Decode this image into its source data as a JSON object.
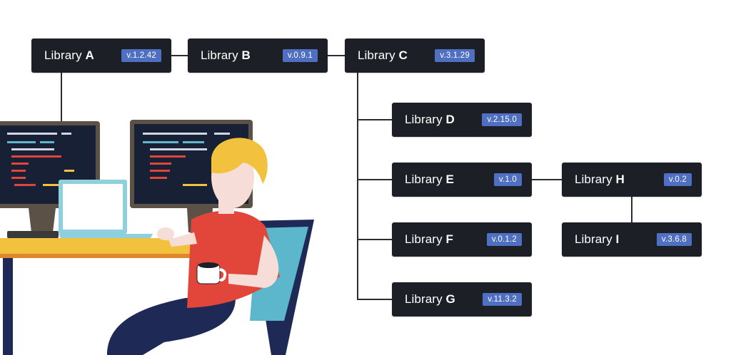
{
  "colors": {
    "node_bg": "#1c1f26",
    "version_badge": "#4f6fc2",
    "connector": "#2a2d33",
    "desk": "#f2c23e",
    "shirt": "#e2463b",
    "hair": "#f2c23e",
    "chair": "#5cb6cc",
    "screen": "#182036"
  },
  "libraries": [
    {
      "id": "A",
      "prefix": "Library",
      "letter": "A",
      "version": "v.1.2.42"
    },
    {
      "id": "B",
      "prefix": "Library",
      "letter": "B",
      "version": "v.0.9.1"
    },
    {
      "id": "C",
      "prefix": "Library",
      "letter": "C",
      "version": "v.3.1.29"
    },
    {
      "id": "D",
      "prefix": "Library",
      "letter": "D",
      "version": "v.2.15.0"
    },
    {
      "id": "E",
      "prefix": "Library",
      "letter": "E",
      "version": "v.1.0"
    },
    {
      "id": "F",
      "prefix": "Library",
      "letter": "F",
      "version": "v.0.1.2"
    },
    {
      "id": "G",
      "prefix": "Library",
      "letter": "G",
      "version": "v.11.3.2"
    },
    {
      "id": "H",
      "prefix": "Library",
      "letter": "H",
      "version": "v.0.2"
    },
    {
      "id": "I",
      "prefix": "Library",
      "letter": "I",
      "version": "v.3.6.8"
    }
  ],
  "edges": [
    {
      "from": "A",
      "to": "B"
    },
    {
      "from": "B",
      "to": "C"
    },
    {
      "from": "C",
      "to": "D"
    },
    {
      "from": "C",
      "to": "E"
    },
    {
      "from": "C",
      "to": "F"
    },
    {
      "from": "C",
      "to": "G"
    },
    {
      "from": "E",
      "to": "H"
    },
    {
      "from": "H",
      "to": "I"
    }
  ],
  "illustration": {
    "subject": "developer-at-desk",
    "icons": [
      "monitor-icon",
      "laptop-icon",
      "coffee-cup-icon",
      "chair-icon"
    ]
  }
}
